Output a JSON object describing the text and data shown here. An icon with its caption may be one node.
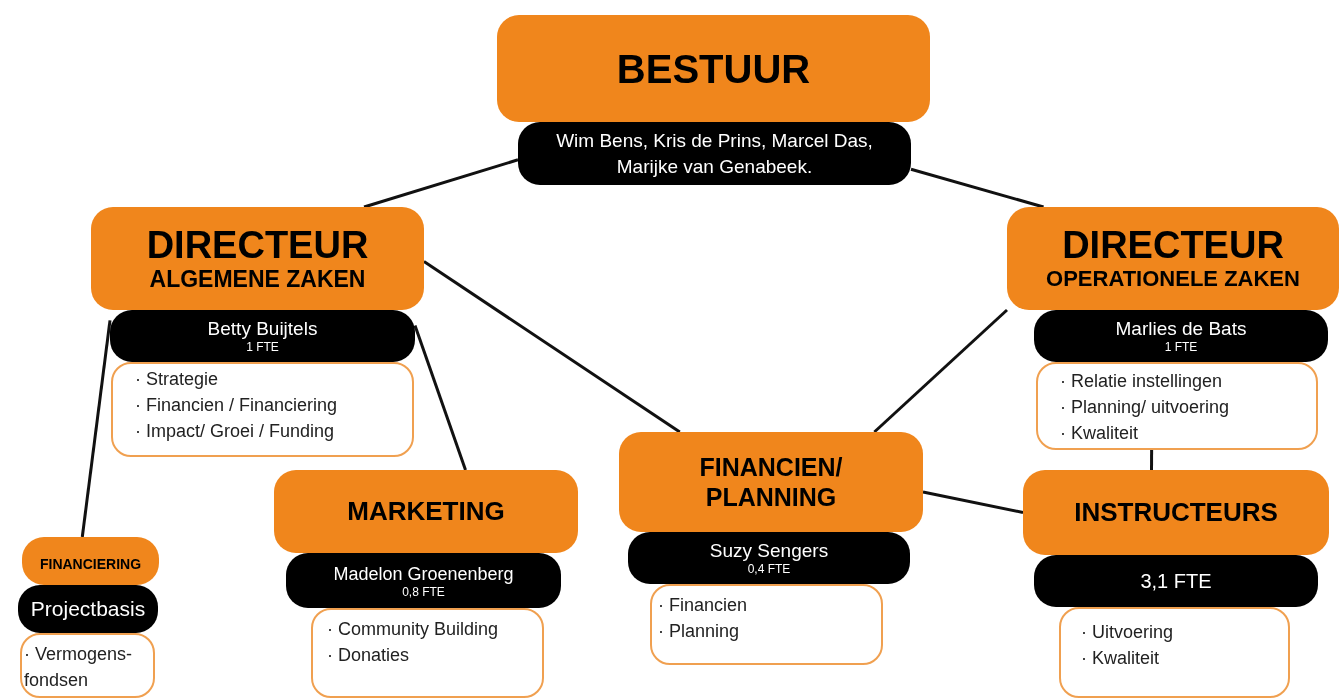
{
  "diagram": {
    "nodes": [
      {
        "text": [
          "BESTUUR"
        ]
      },
      {
        "text": [
          "Wim Bens, Kris de Prins, Marcel Das, Marijke van Genabeek."
        ]
      },
      {
        "text": [
          "DIRECTEUR",
          "ALGEMENE ZAKEN"
        ]
      },
      {
        "text": [
          "Betty Buijtels",
          "1 FTE"
        ]
      },
      {
        "text": [
          "· Strategie",
          "· Financien  / Financiering",
          "· Impact/ Groei / Funding"
        ]
      },
      {
        "text": [
          "DIRECTEUR",
          "OPERATIONELE ZAKEN"
        ]
      },
      {
        "text": [
          "Marlies de Bats",
          "1 FTE"
        ]
      },
      {
        "text": [
          "· Relatie instellingen",
          "· Planning/ uitvoering",
          "· Kwaliteit"
        ]
      },
      {
        "text": [
          "FINANCIERING"
        ]
      },
      {
        "text": [
          "Projectbasis"
        ]
      },
      {
        "text": [
          "· Vermogens- fondsen"
        ]
      },
      {
        "text": [
          "MARKETING"
        ]
      },
      {
        "text": [
          "Madelon Groenenberg",
          "0,8 FTE"
        ]
      },
      {
        "text": [
          "· Community Building",
          "· Donaties"
        ]
      },
      {
        "text": [
          "FINANCIEN/ PLANNING"
        ]
      },
      {
        "text": [
          "Suzy Sengers",
          "0,4 FTE"
        ]
      },
      {
        "text": [
          "· Financien",
          "· Planning"
        ]
      },
      {
        "text": [
          "INSTRUCTEURS"
        ]
      },
      {
        "text": [
          "3,1 FTE"
        ]
      },
      {
        "text": [
          "· Uitvoering",
          "· Kwaliteit"
        ]
      }
    ],
    "edges": [
      {
        "from": 1,
        "to": 2,
        "arrow": "none"
      },
      {
        "from": 1,
        "to": 5,
        "arrow": "none"
      },
      {
        "from": 3,
        "to": 8,
        "arrow": "none"
      },
      {
        "from": 3,
        "to": 11,
        "arrow": "none"
      },
      {
        "from": 2,
        "to": 14,
        "arrow": "none"
      },
      {
        "from": 5,
        "to": 14,
        "arrow": "none"
      },
      {
        "from": 14,
        "to": 17,
        "arrow": "none"
      },
      {
        "from": 7,
        "to": 17,
        "arrow": "none"
      }
    ]
  }
}
